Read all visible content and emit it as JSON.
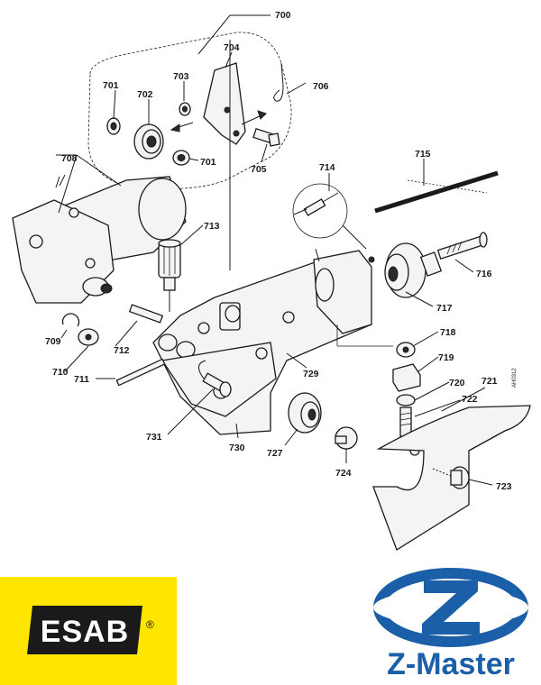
{
  "callouts": {
    "c700": "700",
    "c701a": "701",
    "c702": "702",
    "c703": "703",
    "c704": "704",
    "c706": "706",
    "c705": "705",
    "c701b": "701",
    "c708": "708",
    "c714": "714",
    "c715": "715",
    "c713": "713",
    "c716": "716",
    "c717": "717",
    "c709": "709",
    "c712": "712",
    "c718": "718",
    "c710": "710",
    "c729": "729",
    "c719": "719",
    "c711": "711",
    "c720": "720",
    "c721": "721",
    "c722": "722",
    "c731": "731",
    "c727": "727",
    "c730": "730",
    "c724": "724",
    "c723": "723"
  },
  "drawing_ref": "AH0312",
  "logos": {
    "esab": {
      "text": "ESAB",
      "registered": "®",
      "color": "#ffe600"
    },
    "zmaster": {
      "text": "Z-Master",
      "color": "#1a5fa8"
    }
  }
}
